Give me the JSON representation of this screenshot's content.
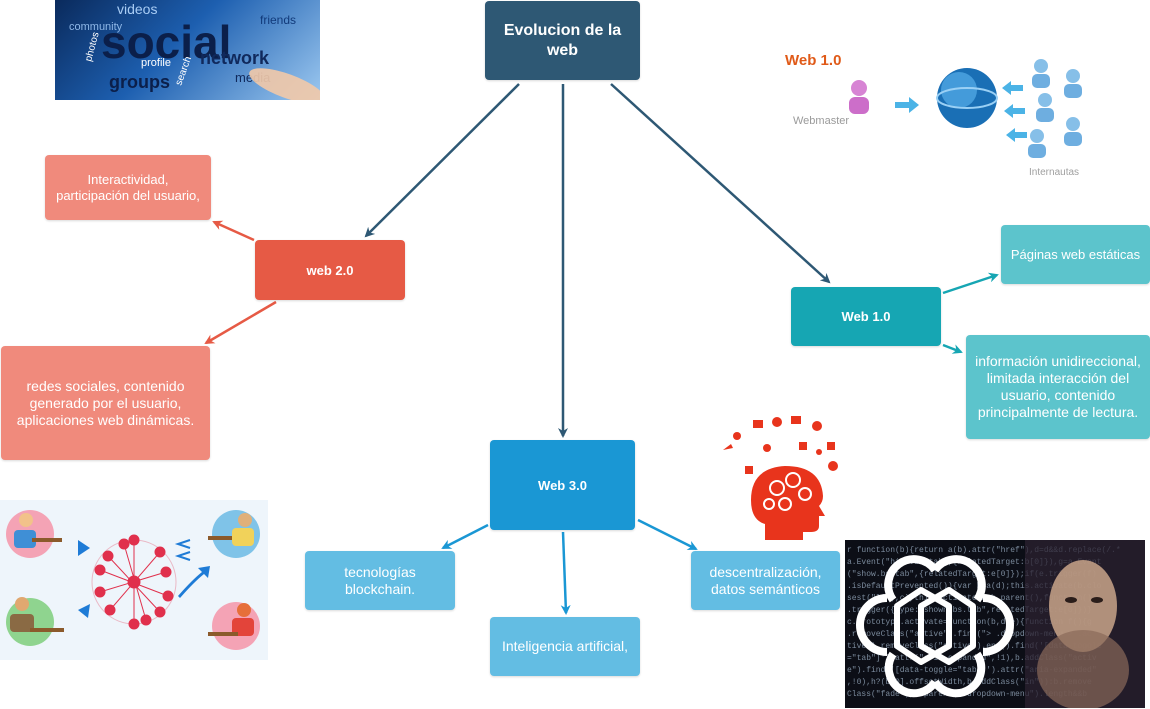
{
  "colors": {
    "root": "#2e5874",
    "web2_main": "#e65a45",
    "web2_sub": "#f08a7c",
    "web1_main": "#16a6b3",
    "web1_sub": "#5cc4cc",
    "web3_main": "#1a97d4",
    "web3_sub": "#63bde3"
  },
  "root": {
    "title": "Evolucion de la web"
  },
  "web2": {
    "label": "web 2.0",
    "child_top": "Interactividad, participación del usuario,",
    "child_bottom": "redes sociales, contenido generado por el usuario, aplicaciones web dinámicas."
  },
  "web1": {
    "label": "Web 1.0",
    "child_top": "Páginas web estáticas",
    "child_bottom": "información unidireccional, limitada interacción del usuario, contenido principalmente de lectura."
  },
  "web3": {
    "label": "Web 3.0",
    "child_left": "tecnologías blockchain.",
    "child_center": "Inteligencia artificial,",
    "child_right": "descentralización, datos semánticos"
  },
  "images": {
    "social": {
      "icon": "social-network-collage",
      "words": [
        "social",
        "network",
        "groups",
        "profile",
        "search",
        "media",
        "friends",
        "photos",
        "videos",
        "community"
      ]
    },
    "web1_diagram": {
      "icon": "webmaster-to-users-diagram",
      "title": "Web 1.0",
      "left_label": "Webmaster",
      "right_label": "Internautas"
    },
    "web2_network": {
      "icon": "people-network-illustration"
    },
    "ai_head": {
      "icon": "brain-head-icons"
    },
    "ai_code": {
      "icon": "openai-logo-over-code"
    }
  }
}
